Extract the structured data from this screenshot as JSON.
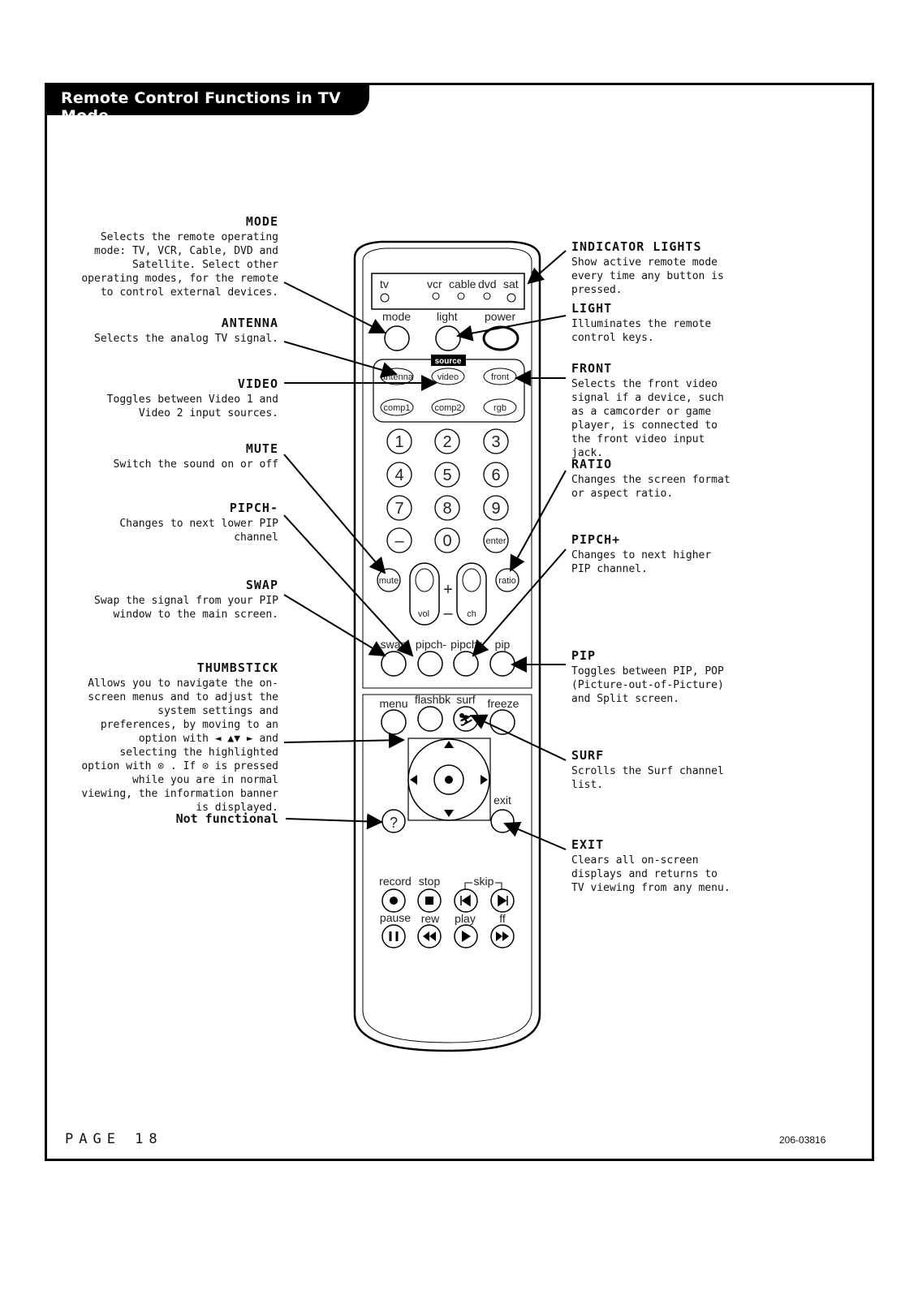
{
  "header": {
    "title": "Remote Control Functions in TV Mode"
  },
  "annotations_left": {
    "mode": {
      "title": "MODE",
      "text": "Selects the remote operating mode: TV, VCR, Cable, DVD and Satellite. Select other operating modes, for the remote to control external devices."
    },
    "antenna": {
      "title": "ANTENNA",
      "text": "Selects the analog TV signal."
    },
    "video": {
      "title": "VIDEO",
      "text": "Toggles between Video 1 and Video 2 input sources."
    },
    "mute": {
      "title": "MUTE",
      "text": "Switch the sound on or off"
    },
    "pipch_minus": {
      "title": "PIPCH-",
      "text": "Changes to next lower PIP channel"
    },
    "swap": {
      "title": "SWAP",
      "text": "Swap the signal from your PIP window to the main screen."
    },
    "thumbstick": {
      "title": "THUMBSTICK",
      "text": "Allows you to navigate the on-screen menus and to adjust the system settings and preferences, by moving to an option with ◄ ▲▼ ► and selecting the highlighted option with ⊙ . If ⊙ is pressed while you are in normal viewing, the information banner is displayed."
    },
    "not_functional": {
      "title": "Not functional"
    }
  },
  "annotations_right": {
    "indicator_lights": {
      "title": "INDICATOR LIGHTS",
      "text": "Show active remote mode every time any button is pressed."
    },
    "light": {
      "title": "LIGHT",
      "text": "Illuminates the remote control keys."
    },
    "front": {
      "title": "FRONT",
      "text": "Selects the front video signal if a device, such as a camcorder or game player, is connected to the front video input jack."
    },
    "ratio": {
      "title": "RATIO",
      "text": "Changes the screen format or aspect ratio."
    },
    "pipch_plus": {
      "title": "PIPCH+",
      "text": "Changes to next higher PIP channel."
    },
    "pip": {
      "title": "PIP",
      "text": "Toggles between PIP, POP (Picture-out-of-Picture) and Split screen."
    },
    "surf": {
      "title": "SURF",
      "text": "Scrolls the Surf channel list."
    },
    "exit": {
      "title": "EXIT",
      "text": "Clears all on-screen displays and returns to TV viewing from any menu."
    }
  },
  "remote": {
    "modes": {
      "tv": "tv",
      "vcr": "vcr",
      "cable": "cable",
      "dvd": "dvd",
      "sat": "sat"
    },
    "top": {
      "mode": "mode",
      "light": "light",
      "power": "power"
    },
    "source": "source",
    "inputs": {
      "antenna": "antenna",
      "video": "video",
      "front": "front",
      "comp1": "comp1",
      "comp2": "comp2",
      "rgb": "rgb"
    },
    "digits": [
      "1",
      "2",
      "3",
      "4",
      "5",
      "6",
      "7",
      "8",
      "9",
      "–",
      "0",
      "enter"
    ],
    "mute": "mute",
    "ratio": "ratio",
    "vol": "vol",
    "ch": "ch",
    "plus": "+",
    "minus": "–",
    "pip_row": {
      "swap": "swap",
      "pipch_minus": "pipch-",
      "pipch_plus": "pipch+",
      "pip": "pip"
    },
    "menu_row": {
      "menu": "menu",
      "flashbk": "flashbk",
      "surf": "surf",
      "freeze": "freeze"
    },
    "help": "?",
    "exit": "exit",
    "transport_labels": {
      "record": "record",
      "stop": "stop",
      "skip": "skip",
      "pause": "pause",
      "rew": "rew",
      "play": "play",
      "ff": "ff"
    }
  },
  "footer": {
    "page": "PAGE 18",
    "code": "206-03816"
  }
}
